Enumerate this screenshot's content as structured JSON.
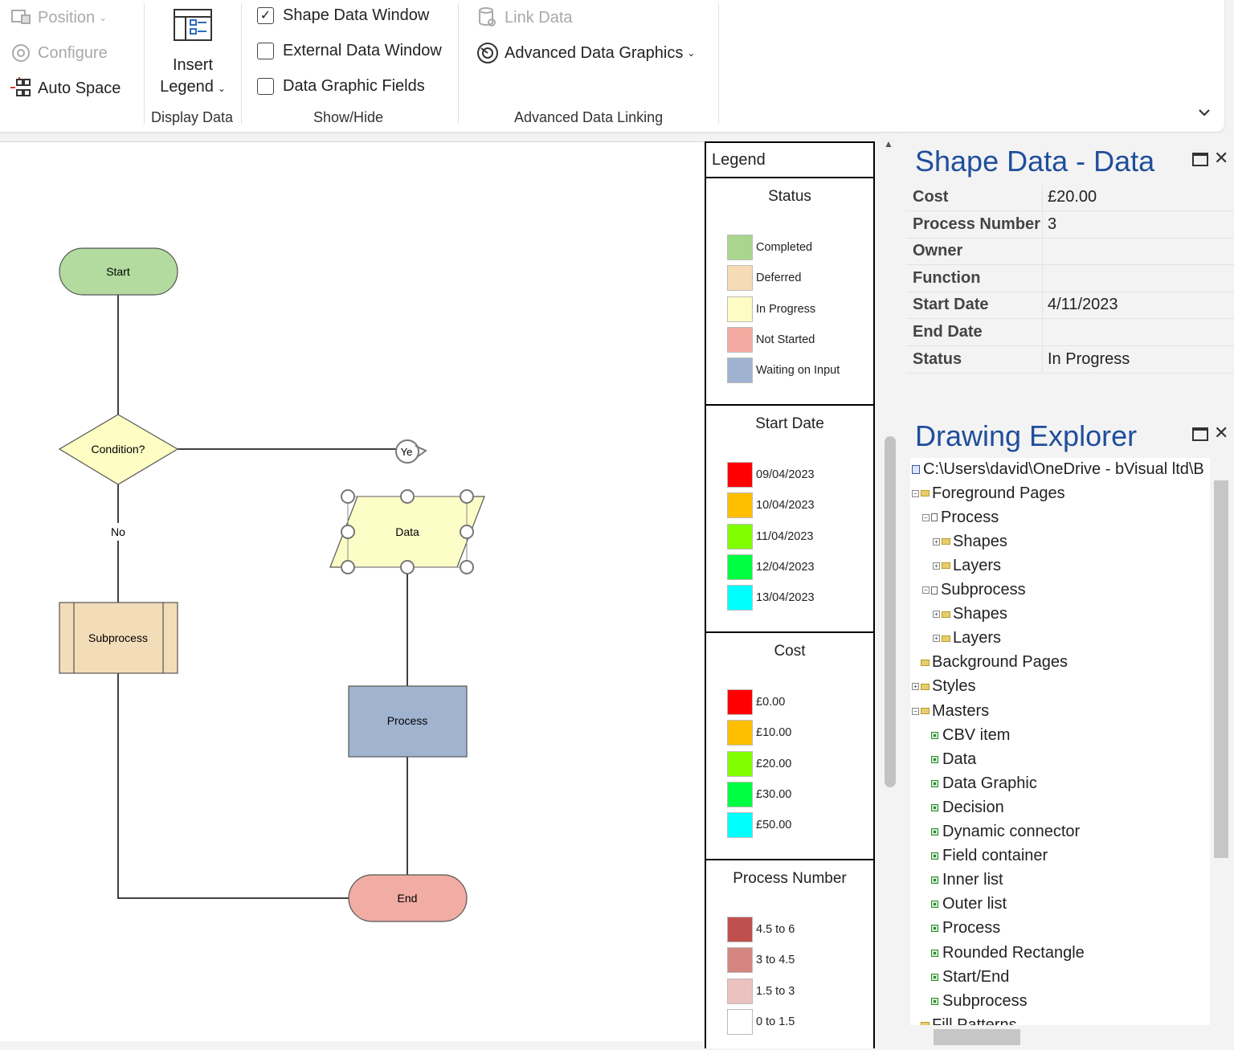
{
  "ribbon": {
    "arrange": {
      "position": "Position",
      "configure": "Configure",
      "auto_space": "Auto Space"
    },
    "display_data": {
      "insert_legend_line1": "Insert",
      "insert_legend_line2": "Legend",
      "label": "Display Data"
    },
    "show_hide": {
      "shape_data_window": "Shape Data Window",
      "shape_data_window_checked": true,
      "external_data_window": "External Data Window",
      "data_graphic_fields": "Data Graphic Fields",
      "label": "Show/Hide"
    },
    "advanced": {
      "link_data": "Link Data",
      "advanced_data_graphics": "Advanced Data Graphics",
      "label": "Advanced Data Linking"
    }
  },
  "diagram": {
    "shapes": {
      "start": "Start",
      "condition": "Condition?",
      "no_label": "No",
      "yes_label": "Ye",
      "data": "Data",
      "subprocess": "Subprocess",
      "process": "Process",
      "end": "End"
    },
    "colors": {
      "start_fill": "#b3dba0",
      "condition_fill": "#fdfdc4",
      "data_fill": "#fdfdc8",
      "subprocess_fill": "#f3dcb8",
      "process_fill": "#a0b4d0",
      "end_fill": "#f1aca3"
    }
  },
  "legend": {
    "title": "Legend",
    "status": {
      "heading": "Status",
      "items": [
        {
          "label": "Completed",
          "color": "#a9d68e"
        },
        {
          "label": "Deferred",
          "color": "#f6dcb6"
        },
        {
          "label": "In Progress",
          "color": "#fdfcc5"
        },
        {
          "label": "Not Started",
          "color": "#f4aaa0"
        },
        {
          "label": "Waiting on Input",
          "color": "#9fb3d0"
        }
      ]
    },
    "start_date": {
      "heading": "Start Date",
      "items": [
        {
          "label": "09/04/2023",
          "color": "#ff0000"
        },
        {
          "label": "10/04/2023",
          "color": "#ffbf00"
        },
        {
          "label": "11/04/2023",
          "color": "#80ff00"
        },
        {
          "label": "12/04/2023",
          "color": "#00ff40"
        },
        {
          "label": "13/04/2023",
          "color": "#00ffff"
        }
      ]
    },
    "cost": {
      "heading": "Cost",
      "items": [
        {
          "label": "£0.00",
          "color": "#ff0000"
        },
        {
          "label": "£10.00",
          "color": "#ffbf00"
        },
        {
          "label": "£20.00",
          "color": "#80ff00"
        },
        {
          "label": "£30.00",
          "color": "#00ff40"
        },
        {
          "label": "£50.00",
          "color": "#00ffff"
        }
      ]
    },
    "process_number": {
      "heading": "Process Number",
      "items": [
        {
          "label": "4.5 to 6",
          "color": "#c0504d"
        },
        {
          "label": "3 to 4.5",
          "color": "#d5857f"
        },
        {
          "label": "1.5 to 3",
          "color": "#ebc2bf"
        },
        {
          "label": "0 to 1.5",
          "color": "#ffffff"
        }
      ]
    }
  },
  "shape_data": {
    "title": "Shape Data - Data",
    "rows": [
      {
        "key": "Cost",
        "value": "£20.00"
      },
      {
        "key": "Process Number",
        "value": "3"
      },
      {
        "key": "Owner",
        "value": ""
      },
      {
        "key": "Function",
        "value": ""
      },
      {
        "key": "Start Date",
        "value": "4/11/2023"
      },
      {
        "key": "End Date",
        "value": ""
      },
      {
        "key": "Status",
        "value": "In Progress"
      }
    ]
  },
  "drawing_explorer": {
    "title": "Drawing Explorer",
    "nodes": [
      {
        "label": "C:\\Users\\david\\OneDrive - bVisual ltd\\B",
        "level": 0,
        "icon": "document-icon",
        "expander": ""
      },
      {
        "label": "Foreground Pages",
        "level": 0,
        "icon": "folder-icon",
        "expander": "−"
      },
      {
        "label": "Process",
        "level": 1,
        "icon": "page-icon",
        "expander": "−"
      },
      {
        "label": "Shapes",
        "level": 2,
        "icon": "folder-icon",
        "expander": "+"
      },
      {
        "label": "Layers",
        "level": 2,
        "icon": "folder-icon",
        "expander": "+"
      },
      {
        "label": "Subprocess",
        "level": 1,
        "icon": "page-icon",
        "expander": "−"
      },
      {
        "label": "Shapes",
        "level": 2,
        "icon": "folder-icon",
        "expander": "+"
      },
      {
        "label": "Layers",
        "level": 2,
        "icon": "folder-icon",
        "expander": "+"
      },
      {
        "label": "Background Pages",
        "level": 0,
        "icon": "folder-icon",
        "expander": " "
      },
      {
        "label": "Styles",
        "level": 0,
        "icon": "folder-icon",
        "expander": "+"
      },
      {
        "label": "Masters",
        "level": 0,
        "icon": "folder-icon",
        "expander": "−"
      },
      {
        "label": "CBV item",
        "level": 1,
        "icon": "master-icon",
        "expander": " "
      },
      {
        "label": "Data",
        "level": 1,
        "icon": "master-icon",
        "expander": " "
      },
      {
        "label": "Data Graphic",
        "level": 1,
        "icon": "master-icon",
        "expander": " "
      },
      {
        "label": "Decision",
        "level": 1,
        "icon": "master-icon",
        "expander": " "
      },
      {
        "label": "Dynamic connector",
        "level": 1,
        "icon": "master-icon",
        "expander": " "
      },
      {
        "label": "Field container",
        "level": 1,
        "icon": "master-icon",
        "expander": " "
      },
      {
        "label": "Inner list",
        "level": 1,
        "icon": "master-icon",
        "expander": " "
      },
      {
        "label": "Outer list",
        "level": 1,
        "icon": "master-icon",
        "expander": " "
      },
      {
        "label": "Process",
        "level": 1,
        "icon": "master-icon",
        "expander": " "
      },
      {
        "label": "Rounded Rectangle",
        "level": 1,
        "icon": "master-icon",
        "expander": " "
      },
      {
        "label": "Start/End",
        "level": 1,
        "icon": "master-icon",
        "expander": " "
      },
      {
        "label": "Subprocess",
        "level": 1,
        "icon": "master-icon",
        "expander": " "
      },
      {
        "label": "Fill Patterns",
        "level": 0,
        "icon": "folder-icon",
        "expander": " "
      }
    ]
  }
}
